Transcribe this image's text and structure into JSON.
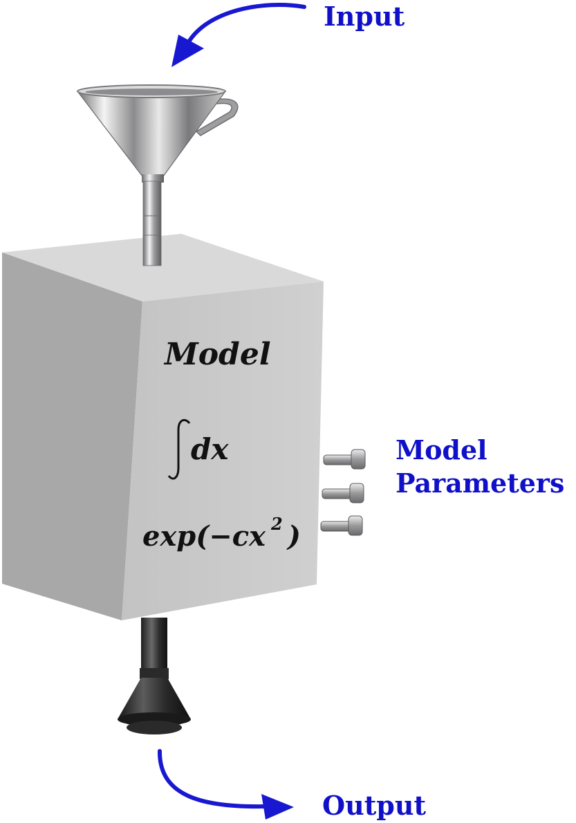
{
  "labels": {
    "input": "Input",
    "output": "Output",
    "params_line1": "Model",
    "params_line2": "Parameters"
  },
  "box": {
    "title": "Model",
    "formula_integral": "dx",
    "formula_exp": "exp(−cx",
    "formula_exp_power": "2",
    "formula_exp_close": ")"
  },
  "colors": {
    "label": "#1010c8",
    "arrow": "#1818d0",
    "box_front": "#c7c7c8",
    "box_top": "#dadadb",
    "box_side": "#a9a9aa"
  },
  "icons": {
    "funnel": "funnel-icon",
    "bolt": "bolt-icon",
    "outlet": "outlet-nozzle-icon"
  }
}
